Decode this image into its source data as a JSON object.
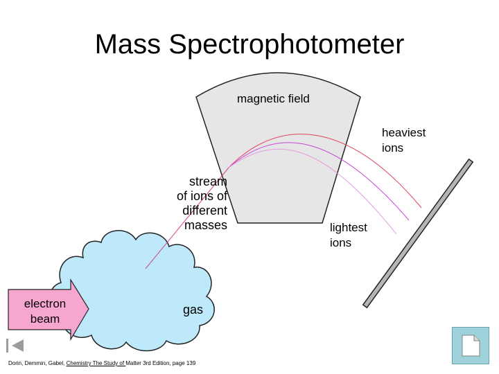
{
  "title": "Mass Spectrophotometer",
  "labels": {
    "magnetic_field": "magnetic field",
    "heaviest_ions": "heaviest\nions",
    "stream": "stream\nof ions of\ndifferent\nmasses",
    "lightest_ions": "lightest\nions",
    "gas": "gas",
    "electron_beam": "electron\nbeam"
  },
  "citation": {
    "authors": "Dorin, Demmin, Gabel, ",
    "book": "Chemistry The Study of ",
    "rest": "Matter 3rd Edition, page 139"
  },
  "colors": {
    "magnet_fill": "#e6e6e6",
    "cloud_fill": "#bde9fb",
    "arrow_fill": "#f7a6cf",
    "heavy_path": "#e0455e",
    "mid_path": "#c845d9",
    "light_path": "#e39be0",
    "detector_fill": "#b5b5b5"
  },
  "nav": {
    "back_icon": "back-to-start-icon",
    "doc_icon": "document-icon"
  }
}
